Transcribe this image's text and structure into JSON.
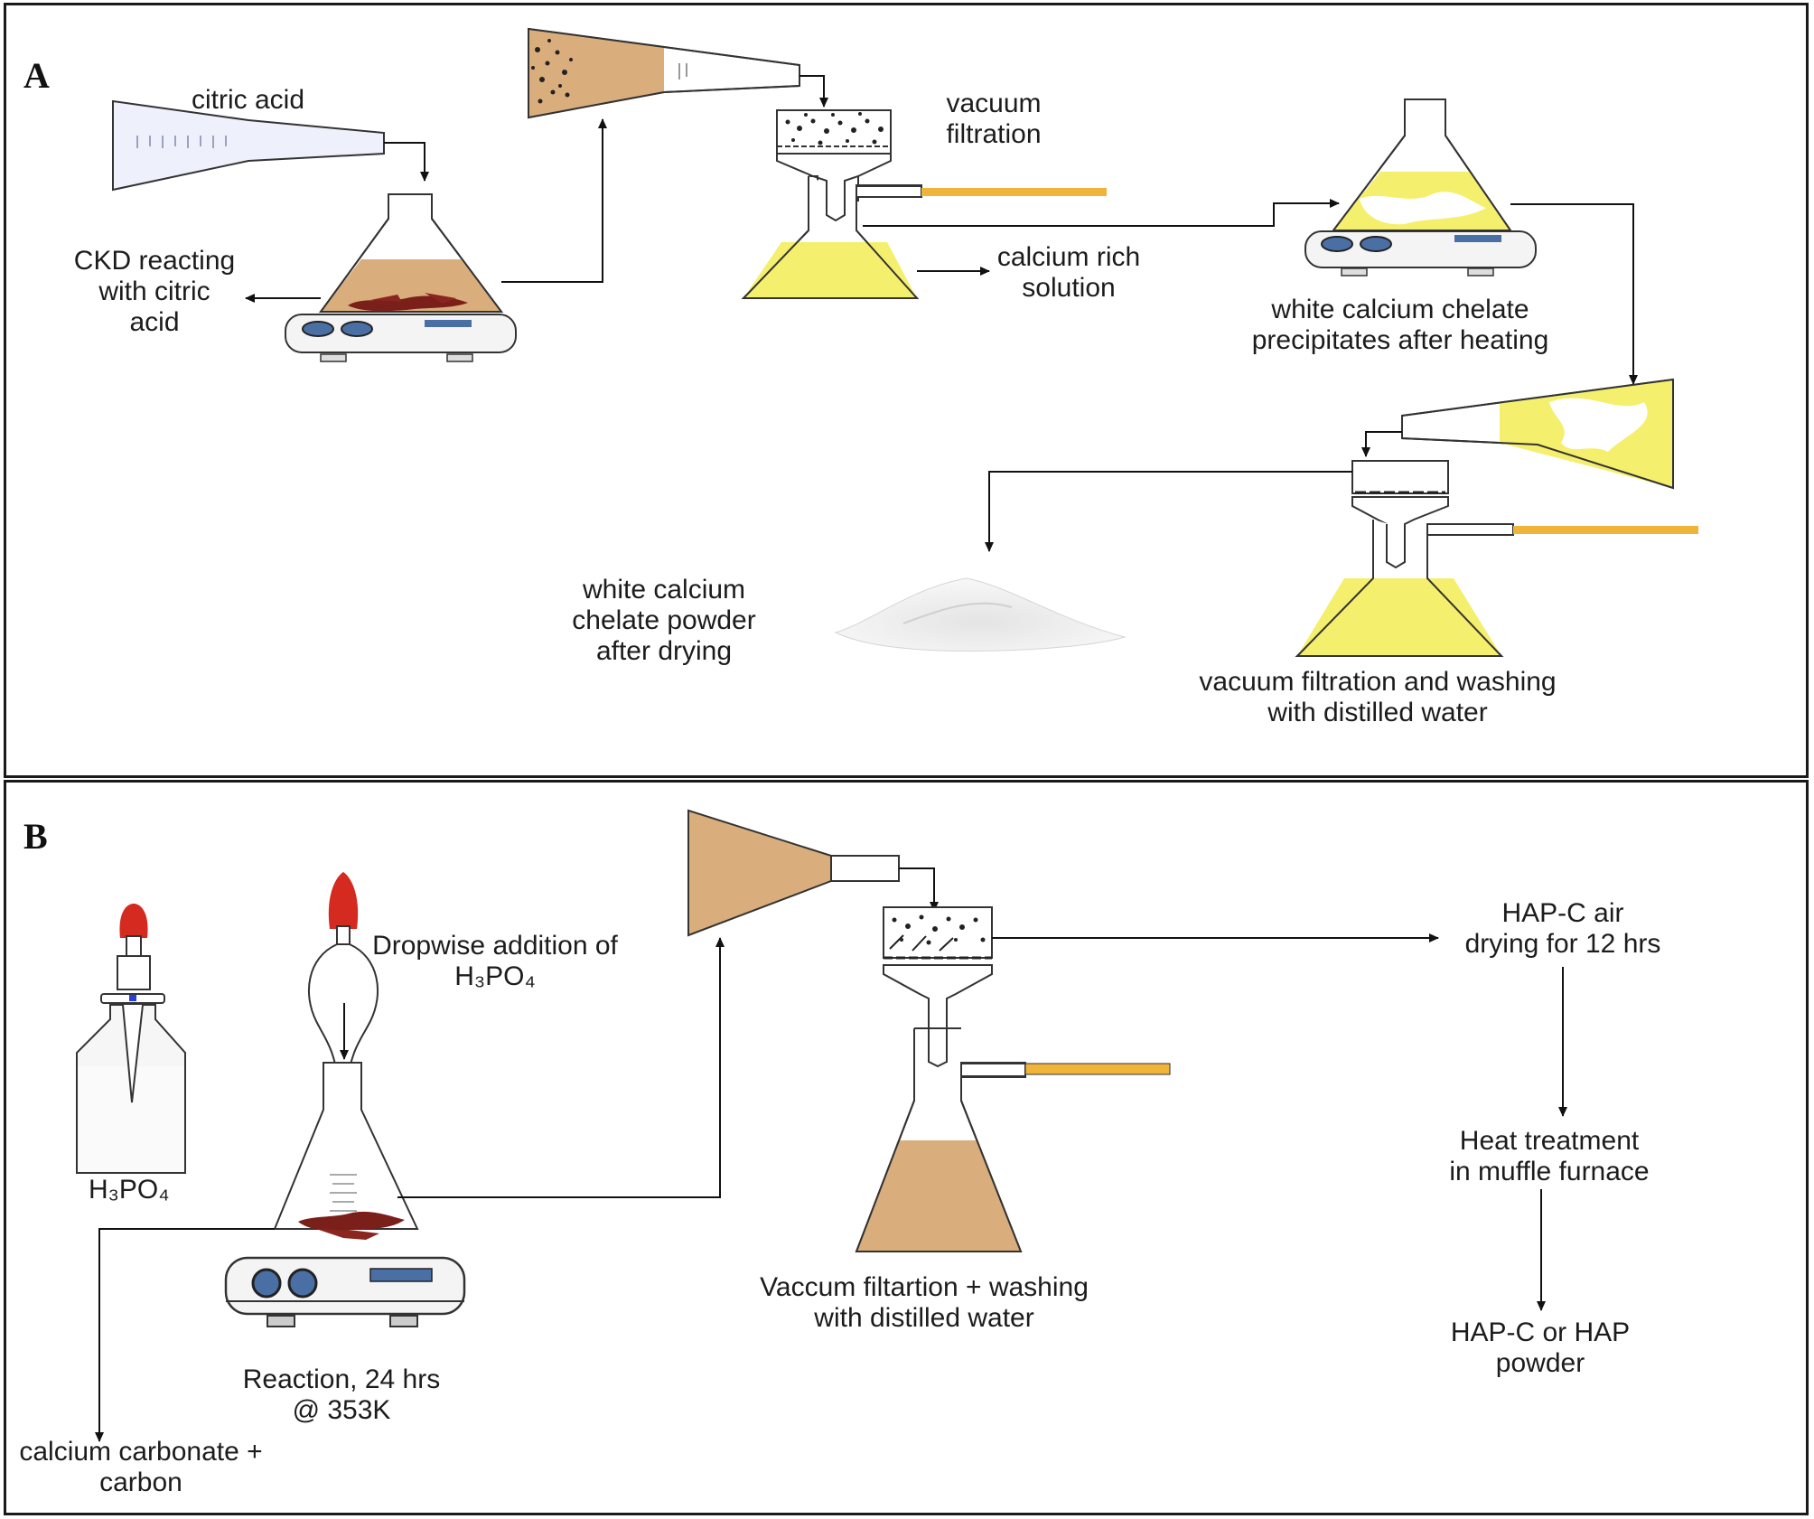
{
  "panel_a": {
    "label": "A",
    "citric_acid": "citric acid",
    "ckd_reacting": [
      "CKD reacting",
      "with citric",
      "acid"
    ],
    "vacuum_filtration": [
      "vacuum",
      "filtration"
    ],
    "calcium_rich_solution": [
      "calcium rich",
      "solution"
    ],
    "white_chelate_precipitates": [
      "white calcium chelate",
      "precipitates after heating"
    ],
    "white_chelate_powder": [
      "white calcium",
      "chelate powder",
      "after drying"
    ],
    "vacuum_filtration_washing": [
      "vacuum filtration and washing",
      "with distilled water"
    ]
  },
  "panel_b": {
    "label": "B",
    "h3po4_bottle": "H₃PO₄",
    "dropwise_addition": [
      "Dropwise addition of",
      "H₃PO₄"
    ],
    "reaction": [
      "Reaction, 24 hrs",
      "@ 353K"
    ],
    "calcium_carbonate_carbon": [
      "calcium carbonate +",
      "carbon"
    ],
    "vaccum_filtration_washing": [
      "Vaccum filtartion + washing",
      "with distilled water"
    ],
    "hap_air_drying": [
      "HAP-C air",
      "drying for 12 hrs"
    ],
    "heat_treatment": [
      "Heat treatment",
      "in muffle furnace"
    ],
    "hap_powder": [
      "HAP-C or HAP",
      "powder"
    ]
  },
  "colors": {
    "brown_solution": "#d9ae7c",
    "yellow_solution": "#f5ef6e",
    "red_bulb": "#d42a20",
    "residue": "#7a1f1a",
    "tube": "#f0b43a",
    "stirrer_knob": "#4a6fa5"
  }
}
